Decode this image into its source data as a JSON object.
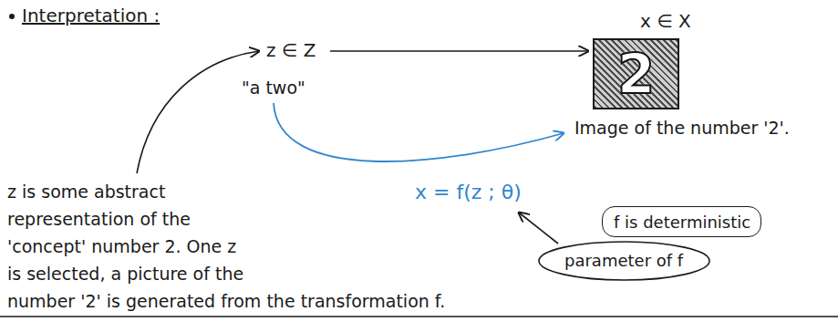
{
  "diagram": {
    "nodes": [
      {
        "text": [
          "x ∈ X",
          "2"
        ]
      },
      {
        "text": [
          "f is deterministic"
        ]
      },
      {
        "text": [
          "parameter of f"
        ]
      }
    ],
    "labels": [
      "Interpretation :",
      "z ∈ Z",
      "\"a two\"",
      "z is some abstract representation of the 'concept' number 2. One z is selected, a picture of the number '2' is generated from the transformation f.",
      "Image of the number '2'.",
      "x = f(z ; θ)"
    ]
  }
}
